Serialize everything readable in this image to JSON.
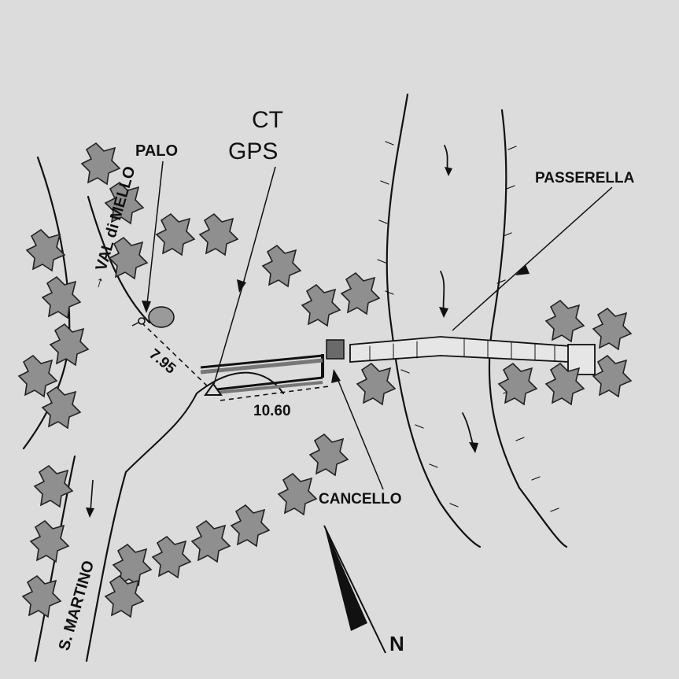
{
  "labels": {
    "palo": "PALO",
    "ct_line1": "CT",
    "ct_line2": "GPS",
    "passerella": "PASSERELLA",
    "cancello": "CANCELLO",
    "val_di_mello": "→ VAL di MELLO",
    "s_martino": "S. MARTINO",
    "north": "N"
  },
  "measurements": {
    "distance_palo": "7.95",
    "distance_cancello": "10.60"
  },
  "icons": {
    "north_arrow": "north-arrow-icon",
    "station": "triangle-station-icon",
    "pole": "pole-icon",
    "flow": "flow-arrow-icon"
  },
  "colors": {
    "background": "#dcdcdc",
    "ink": "#111111",
    "vegetation": "#8f8f8f"
  }
}
